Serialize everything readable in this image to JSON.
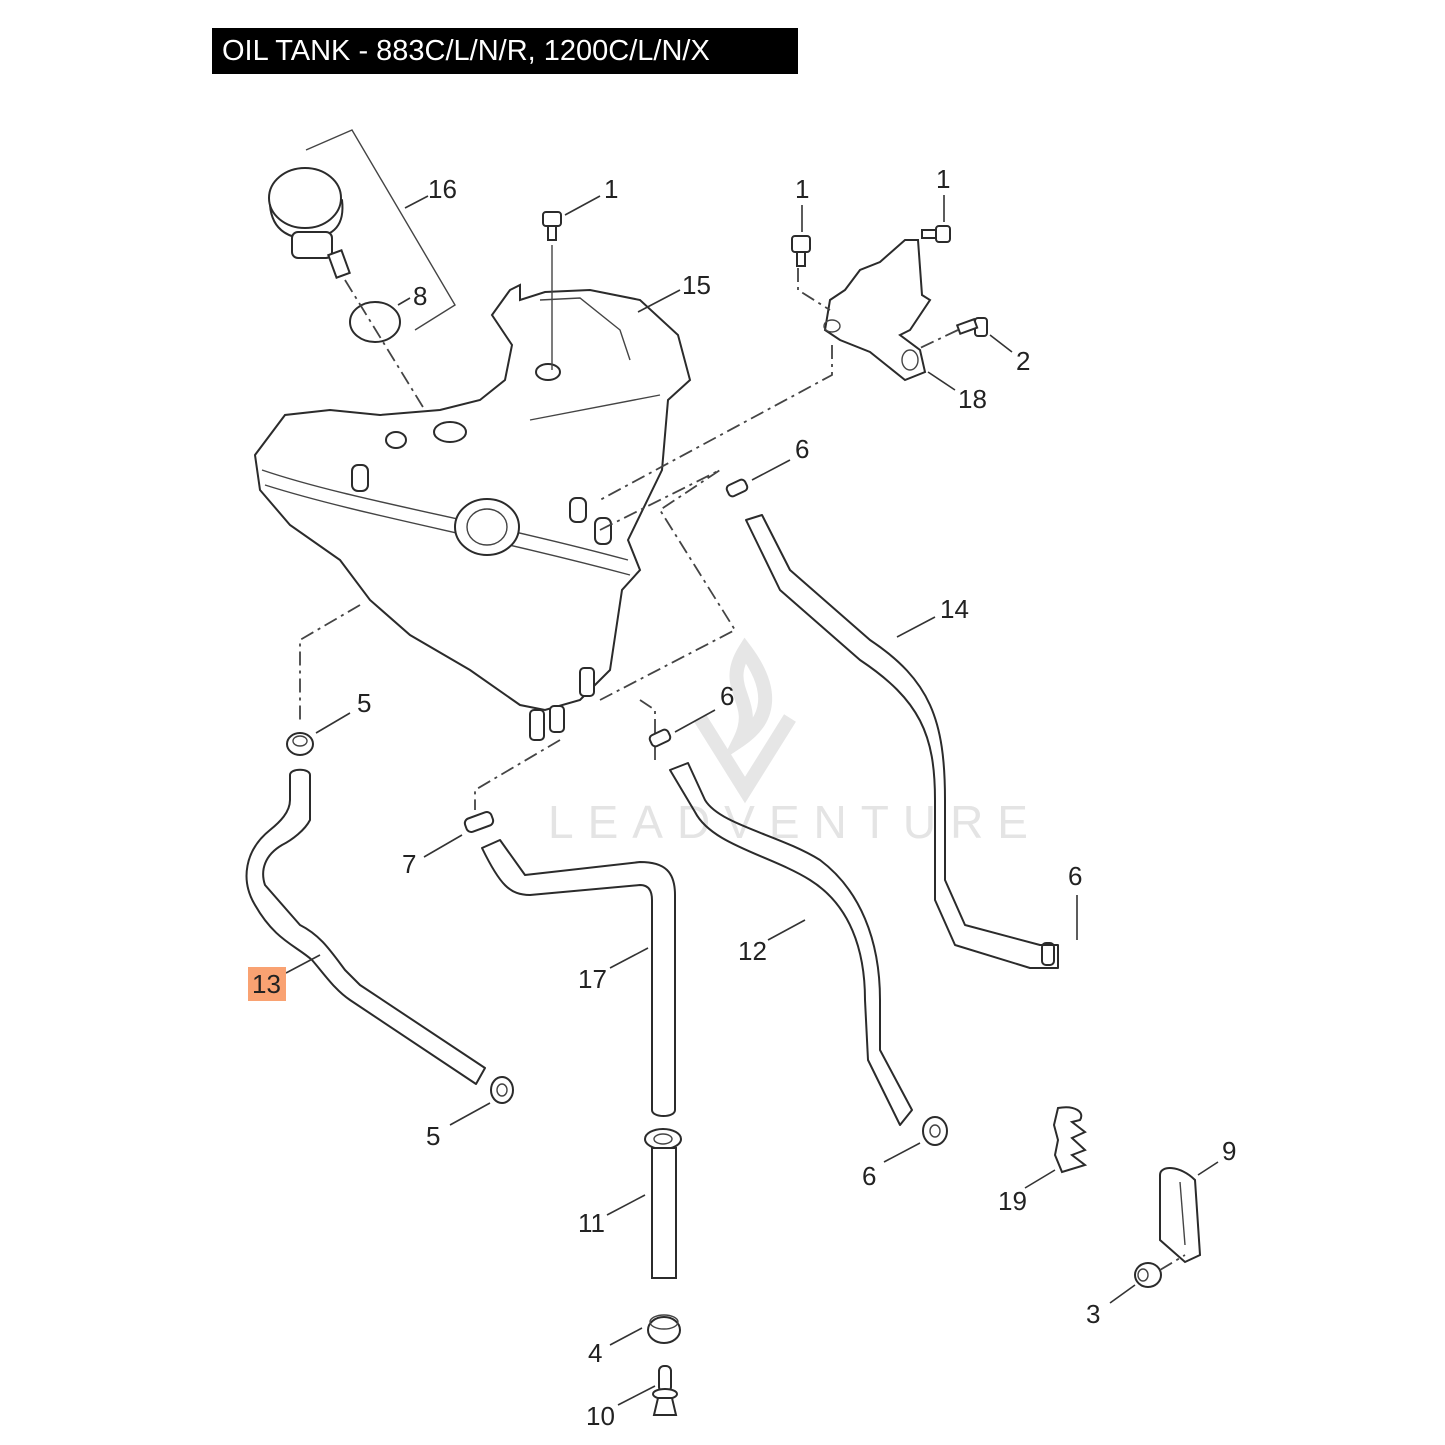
{
  "title": "OIL TANK - 883C/L/N/R, 1200C/L/N/X",
  "watermark": "LEADVENTURE",
  "highlight_color": "#f9a272",
  "highlighted_callout": "13",
  "callouts": [
    {
      "id": "c16",
      "label": "16"
    },
    {
      "id": "c8",
      "label": "8"
    },
    {
      "id": "c1a",
      "label": "1"
    },
    {
      "id": "c15",
      "label": "15"
    },
    {
      "id": "c1b",
      "label": "1"
    },
    {
      "id": "c1c",
      "label": "1"
    },
    {
      "id": "c2",
      "label": "2"
    },
    {
      "id": "c18",
      "label": "18"
    },
    {
      "id": "c6a",
      "label": "6"
    },
    {
      "id": "c14",
      "label": "14"
    },
    {
      "id": "c5a",
      "label": "5"
    },
    {
      "id": "c6b",
      "label": "6"
    },
    {
      "id": "c7",
      "label": "7"
    },
    {
      "id": "c6c",
      "label": "6"
    },
    {
      "id": "c13",
      "label": "13"
    },
    {
      "id": "c17",
      "label": "17"
    },
    {
      "id": "c12",
      "label": "12"
    },
    {
      "id": "c5b",
      "label": "5"
    },
    {
      "id": "c6d",
      "label": "6"
    },
    {
      "id": "c9",
      "label": "9"
    },
    {
      "id": "c19",
      "label": "19"
    },
    {
      "id": "c11",
      "label": "11"
    },
    {
      "id": "c3",
      "label": "3"
    },
    {
      "id": "c4",
      "label": "4"
    },
    {
      "id": "c10",
      "label": "10"
    }
  ]
}
